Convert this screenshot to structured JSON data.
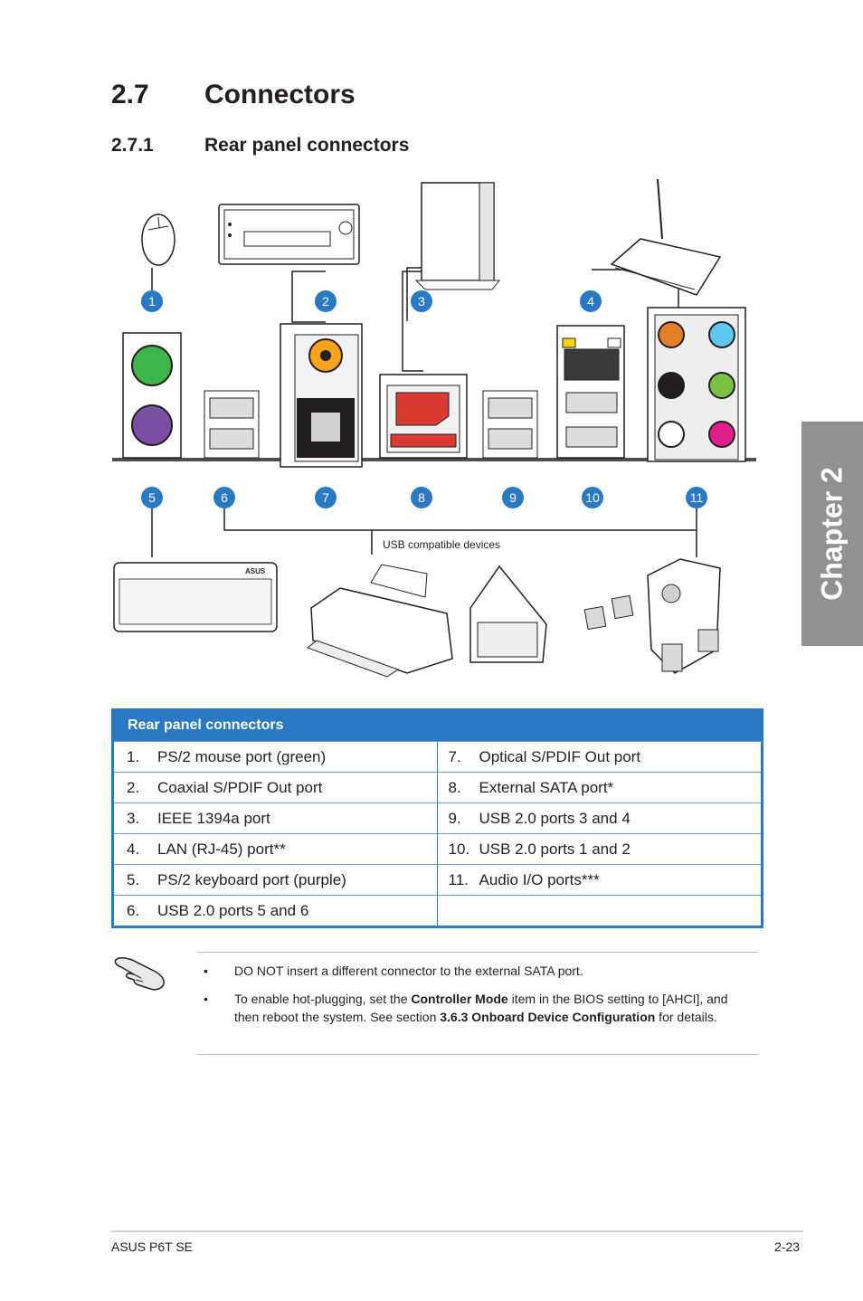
{
  "section": {
    "number": "2.7",
    "title": "Connectors"
  },
  "subsection": {
    "number": "2.7.1",
    "title": "Rear panel connectors"
  },
  "chapter_tab": "Chapter 2",
  "diagram": {
    "callouts": [
      "1",
      "2",
      "3",
      "4",
      "5",
      "6",
      "7",
      "8",
      "9",
      "10",
      "11"
    ],
    "usb_label": "USB compatible devices",
    "keyboard_brand": "ASUS"
  },
  "table": {
    "header": "Rear panel connectors",
    "left": [
      {
        "n": "1.",
        "label": "PS/2 mouse port (green)"
      },
      {
        "n": "2.",
        "label": "Coaxial S/PDIF Out port"
      },
      {
        "n": "3.",
        "label": "IEEE 1394a port"
      },
      {
        "n": "4.",
        "label": "LAN (RJ-45) port**"
      },
      {
        "n": "5.",
        "label": "PS/2 keyboard port (purple)"
      },
      {
        "n": "6.",
        "label": "USB 2.0 ports 5 and 6"
      }
    ],
    "right": [
      {
        "n": "7.",
        "label": "Optical S/PDIF Out port"
      },
      {
        "n": "8.",
        "label": "External SATA port*"
      },
      {
        "n": "9.",
        "label": "USB 2.0 ports 3 and 4"
      },
      {
        "n": "10.",
        "label": "USB 2.0 ports 1 and 2"
      },
      {
        "n": "11.",
        "label": "Audio I/O ports***"
      },
      {
        "n": "",
        "label": ""
      }
    ]
  },
  "notes": {
    "bullet": "•",
    "item1": "DO NOT insert a different connector to the external SATA port.",
    "item2_pre": "To enable hot-plugging, set the ",
    "item2_b1": "Controller Mode",
    "item2_mid": " item in the BIOS setting to [AHCI], and then reboot the system. See section ",
    "item2_b2": "3.6.3 Onboard Device Configuration",
    "item2_post": " for details."
  },
  "footer": {
    "left": "ASUS P6T SE",
    "right": "2-23"
  },
  "colors": {
    "accent_blue": "#2a79c4",
    "chapter_gray": "#8f9193",
    "ps2_green": "#3cb54a",
    "ps2_purple": "#7b4fa3"
  }
}
